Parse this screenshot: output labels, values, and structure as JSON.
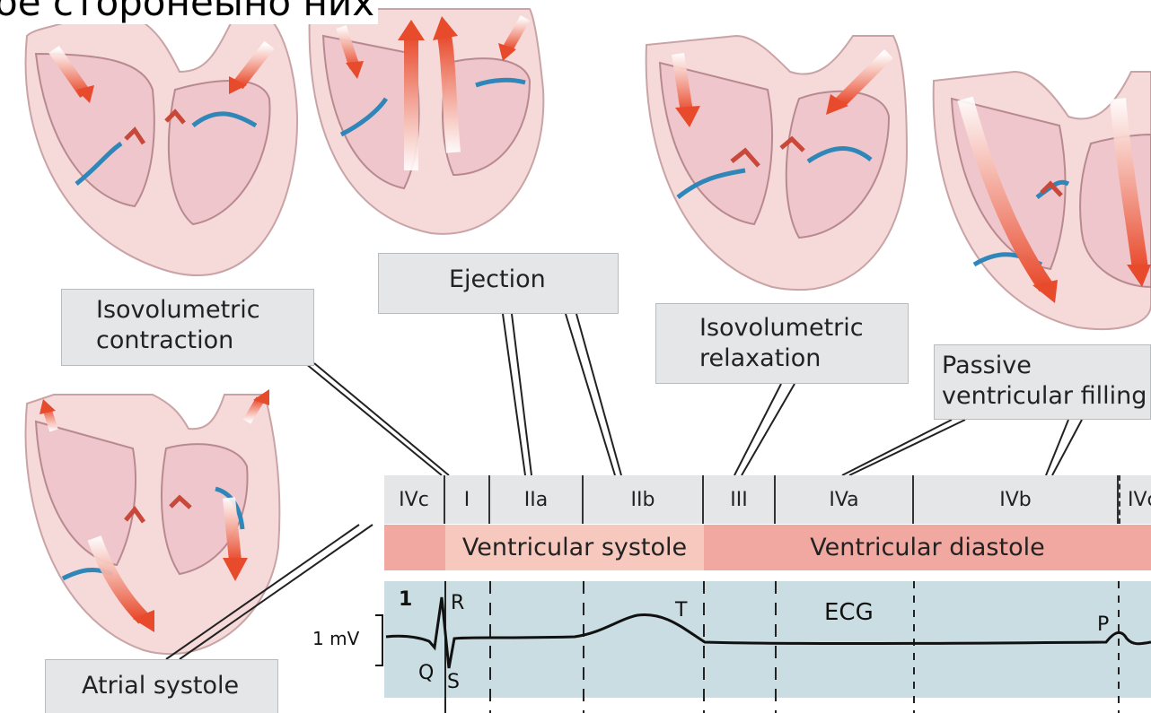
{
  "header": {
    "cut_title": "ое сторонеыно них"
  },
  "callouts": {
    "isovolumetric_contraction": [
      "Isovolumetric",
      "contraction"
    ],
    "ejection": "Ejection",
    "isovolumetric_relaxation": [
      "Isovolumetric",
      "relaxation"
    ],
    "passive_filling": [
      "Passive",
      "ventricular filling"
    ],
    "atrial_systole": "Atrial systole"
  },
  "phases": [
    "IVc",
    "I",
    "IIa",
    "IIb",
    "III",
    "IVa",
    "IVb",
    "IVc"
  ],
  "bands": {
    "systole": "Ventricular systole",
    "diastole": "Ventricular diastole"
  },
  "ecg": {
    "panel_number": "1",
    "title": "ECG",
    "scale_label": "1 mV",
    "wave_labels": {
      "R": "R",
      "Q": "Q",
      "S": "S",
      "T": "T",
      "P": "P"
    }
  },
  "colors": {
    "heart_fill": "#f1cdd3",
    "heart_outline": "#b88a90",
    "valve_blue": "#2f86b8",
    "valve_red": "#c8483a",
    "flow_arrow": "#e84a2c",
    "systole_band": "#f7c8bd",
    "diastole_band": "#f1a8a0",
    "ecg_panel": "#c9dde2",
    "callout_box": "#e4e6e8"
  }
}
